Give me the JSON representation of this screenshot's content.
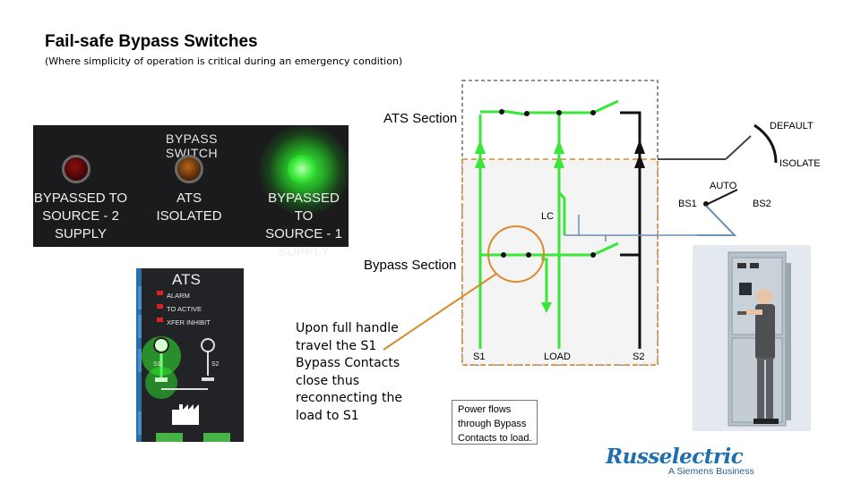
{
  "header": {
    "title": "Fail-safe Bypass Switches",
    "subtitle": "(Where simplicity of operation is critical during an emergency condition)"
  },
  "panel": {
    "title": "BYPASS  SWITCH",
    "lamps": [
      {
        "label": "BYPASSED TO\nSOURCE - 2\nSUPPLY",
        "color": "#8c1010",
        "lit": false
      },
      {
        "label": "ATS\nISOLATED",
        "color": "#b7651b",
        "lit": false
      },
      {
        "label": "BYPASSED TO\nSOURCE - 1\nSUPPLY",
        "color": "#35e835",
        "lit": true
      }
    ]
  },
  "ats_panel": {
    "label": "ATS",
    "indicators": [
      "ALARM",
      "TO ACTIVE",
      "XFER INHIBIT"
    ],
    "sources": [
      "S1",
      "S2"
    ]
  },
  "diagram": {
    "ats_section": "ATS Section",
    "bypass_section": "Bypass Section",
    "default": "DEFAULT",
    "isolate": "ISOLATE",
    "auto": "AUTO",
    "bs1": "BS1",
    "bs2": "BS2",
    "lc": "LC",
    "s1": "S1",
    "load": "LOAD",
    "s2": "S2"
  },
  "callout": "Upon full handle travel the S1 Bypass Contacts close thus reconnecting the load to S1",
  "power_note": "Power flows through Bypass Contacts to load.",
  "logo": {
    "name": "Russelectric",
    "tagline": "A Siemens Business",
    "color": "#1f6eb0"
  },
  "colors": {
    "energized": "#39e639",
    "deenergized": "#111111",
    "highlight": "#d98a2b",
    "bypass_box": "#d98a2b",
    "link": "#6a8fb0"
  }
}
